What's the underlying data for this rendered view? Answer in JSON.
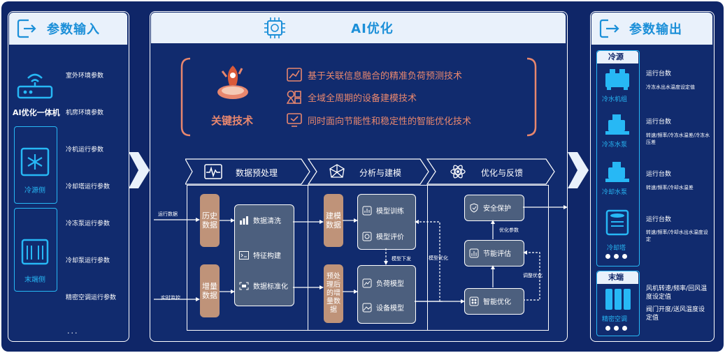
{
  "input_panel": {
    "title": "参数输入",
    "device_label": "AI优化一体机",
    "params": [
      "室外环境参数",
      "机房环境参数",
      "冷机运行参数",
      "冷却塔运行参数",
      "冷冻泵运行参数",
      "冷却泵运行参数",
      "精密空调运行参数"
    ],
    "source_label": "冷源侧",
    "terminal_label": "末端侧",
    "more": "..."
  },
  "ai_panel": {
    "title": "AI优化",
    "key_tech_label": "关键技术",
    "techs": [
      "基于关联信息融合的精准负荷预测技术",
      "全域全周期的设备建模技术",
      "同时面向节能性和稳定性的智能优化技术"
    ],
    "stages": [
      "数据预处理",
      "分析与建模",
      "优化与反馈"
    ],
    "inputs": [
      "运行数据",
      "实时监控"
    ],
    "history_data": "历史数据",
    "incremental_data": "增量数据",
    "preprocess_steps": [
      "数据清洗",
      "特征构建",
      "数据标准化"
    ],
    "modeling_data": "建模数据",
    "preprocessed_data": "预处理后的增量数据",
    "model_steps": [
      "模型训练",
      "模型评价"
    ],
    "model_deploy": "模型下发",
    "models": [
      "负荷模型",
      "设备模型"
    ],
    "model_optimize": "模型优化",
    "safety": "安全保护",
    "optimize_params": "优化参数",
    "energy_eval": "节能评估",
    "adjust_optimize": "调整优化",
    "smart_opt": "智能优化"
  },
  "output_panel": {
    "title": "参数输出",
    "source_header": "冷源",
    "devices": [
      {
        "name": "冷水机组",
        "status": "运行台数",
        "params": "冷冻水出水温度设定值"
      },
      {
        "name": "冷冻水泵",
        "status": "运行台数",
        "params": "转速/频率/冷冻水温差/冷冻水压差"
      },
      {
        "name": "冷却水泵",
        "status": "运行台数",
        "params": "转速/频率/冷却水温差"
      },
      {
        "name": "冷却塔",
        "status": "运行台数",
        "params": "转速/频率/冷却水出水温度设定"
      }
    ],
    "terminal_header": "末端",
    "terminal_device": "精密空调",
    "terminal_params": [
      "风机转速/频率/回风温度设定值",
      "阀门开度/送风温度设定值"
    ]
  },
  "colors": {
    "background": "#0f2668",
    "accent": "#1b8fd8",
    "brown": "#bf9379",
    "tech": "#e8876e"
  }
}
